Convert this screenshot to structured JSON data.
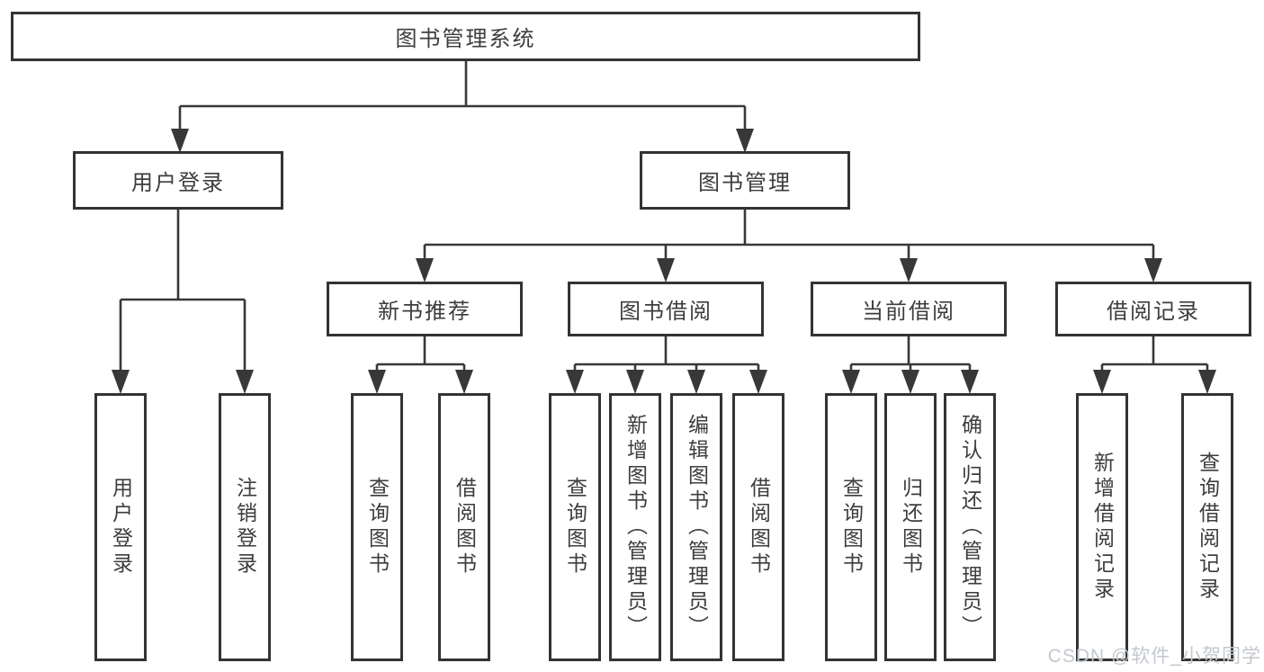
{
  "tree": {
    "label": "图书管理系统",
    "children": [
      {
        "label": "用户登录",
        "children": [
          {
            "label": "用户登录"
          },
          {
            "label": "注销登录"
          }
        ]
      },
      {
        "label": "图书管理",
        "children": [
          {
            "label": "新书推荐",
            "children": [
              {
                "label": "查询图书"
              },
              {
                "label": "借阅图书"
              }
            ]
          },
          {
            "label": "图书借阅",
            "children": [
              {
                "label": "查询图书"
              },
              {
                "label": "新增图书（管理员）"
              },
              {
                "label": "编辑图书（管理员）"
              },
              {
                "label": "借阅图书"
              }
            ]
          },
          {
            "label": "当前借阅",
            "children": [
              {
                "label": "查询图书"
              },
              {
                "label": "归还图书"
              },
              {
                "label": "确认归还（管理员）"
              }
            ]
          },
          {
            "label": "借阅记录",
            "children": [
              {
                "label": "新增借阅记录"
              },
              {
                "label": "查询借阅记录"
              }
            ]
          }
        ]
      }
    ]
  },
  "watermark": {
    "text": "CSDN @软件_小贺同学"
  },
  "colors": {
    "line": "#383838",
    "box_border": "#333333",
    "text": "#3d3d3d",
    "watermark": "#c3c8cd"
  }
}
